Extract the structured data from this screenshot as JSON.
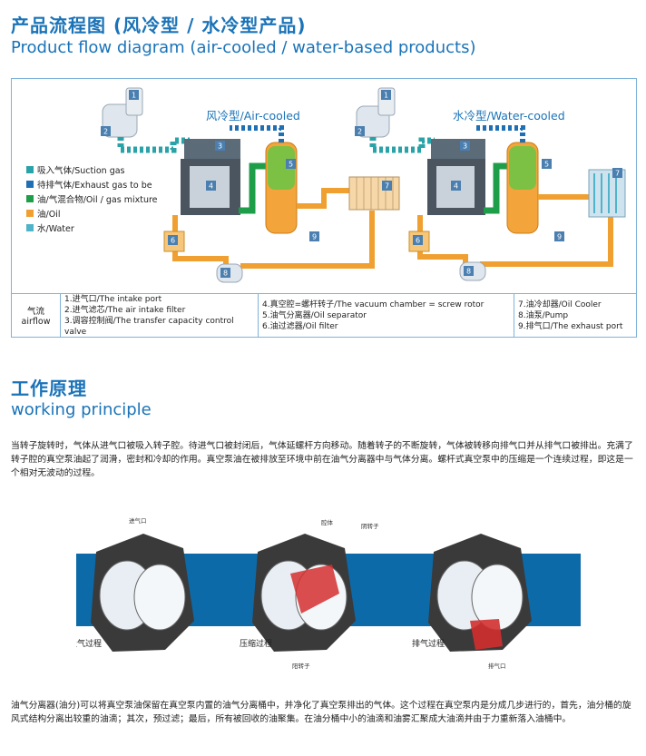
{
  "header": {
    "title_cn": "产品流程图 (风冷型 / 水冷型产品)",
    "title_en": "Product flow diagram (air-cooled / water-based products)"
  },
  "legend": [
    {
      "label": "吸入气体/Suction gas",
      "color": "#2aa3a8"
    },
    {
      "label": "待排气体/Exhaust gas to be",
      "color": "#1f6fb5"
    },
    {
      "label": "油/气混合物/Oil / gas mixture",
      "color": "#1f9e4a"
    },
    {
      "label": "油/Oil",
      "color": "#f0a030"
    },
    {
      "label": "水/Water",
      "color": "#4fb3c9"
    }
  ],
  "panels": {
    "air_cooled": "风冷型/Air-cooled",
    "water_cooled": "水冷型/Water-cooled"
  },
  "parts_table": {
    "header_cn": "气流",
    "header_en": "airflow",
    "col1": [
      "1.进气口/The intake port",
      "2.进气滤芯/The air intake filter",
      "3.调容控制阀/The transfer capacity control valve"
    ],
    "col2": [
      "4.真空腔=螺杆转子/The vacuum chamber = screw rotor",
      "5.油气分离器/Oil separator",
      "6.油过滤器/Oil filter"
    ],
    "col3": [
      "7.油冷却器/Oil Cooler",
      "8.油泵/Pump",
      "9.排气口/The exhaust port"
    ]
  },
  "principle": {
    "title_cn": "工作原理",
    "title_en": "working principle",
    "para1": "当转子旋转时，气体从进气口被吸入转子腔。待进气口被封闭后，气体延螺杆方向移动。随着转子的不断旋转，气体被转移向排气口并从排气口被排出。充满了转子腔的真空泵油起了润滑，密封和冷却的作用。真空泵油在被排放至环境中前在油气分离器中与气体分离。螺杆式真空泵中的压缩是一个连续过程，即这是一个相对无波动的过程。",
    "para2": "油气分离器(油分)可以将真空泵油保留在真空泵内置的油气分离桶中，并净化了真空泵排出的气体。这个过程在真空泵内是分成几步进行的，首先，油分桶的旋风式结构分离出较重的油滴；其次，预过滤；最后，所有被回收的油聚集。在油分桶中小的油滴和油雾汇聚成大油滴并由于力重新落入油桶中。"
  },
  "rotor_stages": {
    "intake_port": "进气口",
    "chamber": "腔体",
    "screw_rotor": "阴转子",
    "male_rotor": "阳转子",
    "exhaust_port": "排气口",
    "stage1": "吸气过程",
    "stage2": "压缩过程",
    "stage3": "排气过程"
  },
  "numbers": [
    "1",
    "2",
    "3",
    "4",
    "5",
    "6",
    "7",
    "8",
    "9"
  ]
}
